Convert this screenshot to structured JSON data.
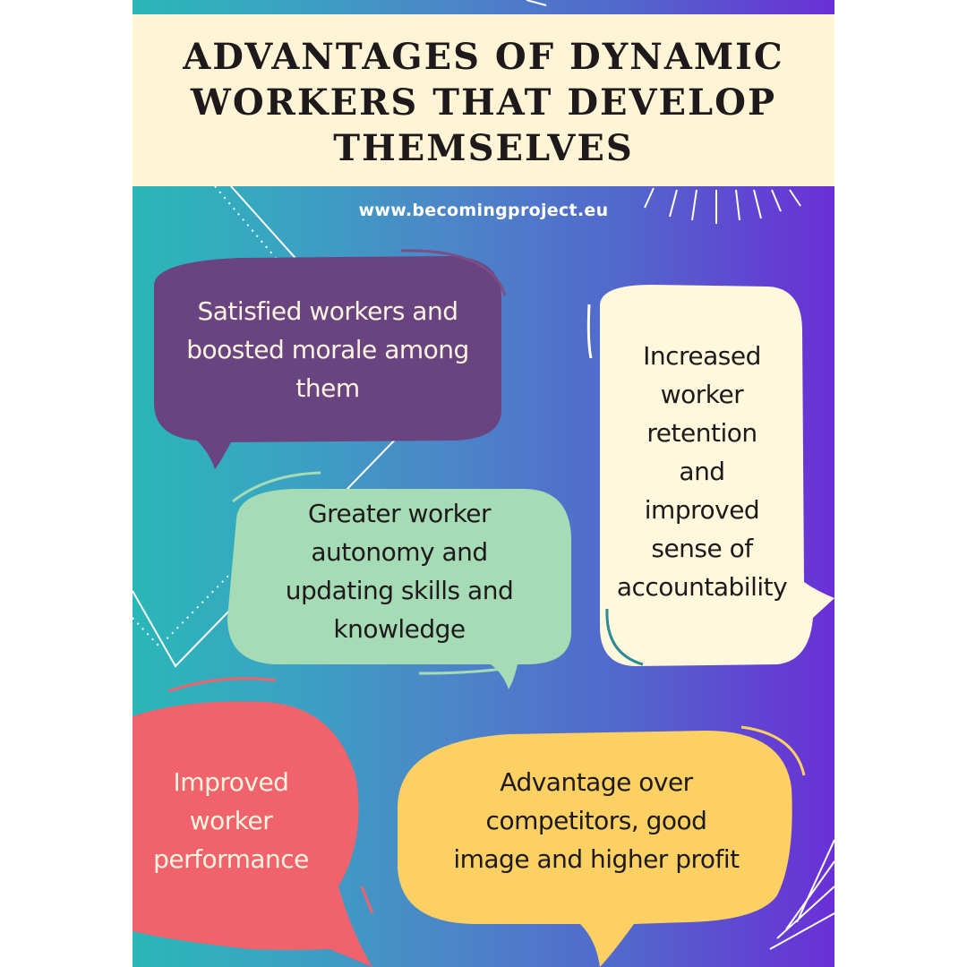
{
  "title_lines": [
    "ADVANTAGES OF DYNAMIC",
    "WORKERS THAT DEVELOP",
    "THEMSELVES"
  ],
  "website": "www.becomingproject.eu",
  "bubbles": [
    {
      "lines": [
        "Satisfied workers and",
        "boosted morale among",
        "them"
      ],
      "color": "#6a4480",
      "text_color": "#fff4e0"
    },
    {
      "lines": [
        "Increased",
        "worker",
        "retention",
        "and",
        "improved",
        "sense of",
        "accountability"
      ],
      "color": "#fff8dc",
      "text_color": "#1e1a1c"
    },
    {
      "lines": [
        "Greater worker",
        "autonomy and",
        "updating skills and",
        "knowledge"
      ],
      "color": "#a6dcb5",
      "text_color": "#1e1a1c"
    },
    {
      "lines": [
        "Improved",
        "worker",
        "performance"
      ],
      "color": "#f0636c",
      "text_color": "#fff4e0"
    },
    {
      "lines": [
        "Advantage over",
        "competitors, good",
        "image and higher profit"
      ],
      "color": "#fcd062",
      "text_color": "#1e1a1c"
    }
  ],
  "colors": {
    "title_band": "#fff5d6",
    "gradient_start": "#2ab7b8",
    "gradient_end": "#6a2fd6"
  }
}
